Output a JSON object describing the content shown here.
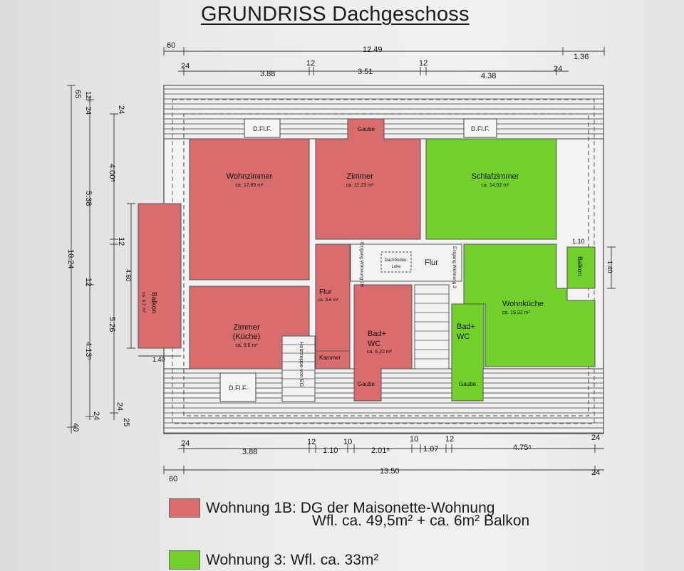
{
  "title": "GRUNDRISS Dachgeschoss",
  "colors": {
    "wohnung_1b": "#d96c6c",
    "wohnung_3": "#71d12a",
    "wall": "#4a4a4a"
  },
  "rooms": {
    "wohnzimmer": {
      "name": "Wohnzimmer",
      "area": "ca. 17,85 m²"
    },
    "zimmer": {
      "name": "Zimmer",
      "area": "ca. 11,23 m²"
    },
    "schlafzimmer": {
      "name": "Schlafzimmer",
      "area": "ca. 14,02 m²"
    },
    "balkon_left": {
      "name": "Balkon",
      "area": "ca. 6,2 m²"
    },
    "flur_small": {
      "name": "Flur",
      "area": "ca. 4,6 m²"
    },
    "zimmer_kueche": {
      "name_1": "Zimmer",
      "name_2": "(Küche)",
      "area": "ca. 9,6 m²"
    },
    "bad_left": {
      "name_1": "Bad+",
      "name_2": "WC",
      "area": "ca. 6,22 m²"
    },
    "wohnkueche": {
      "name": "Wohnküche",
      "area": "ca. 19,32 m²"
    },
    "bad_right": {
      "name_1": "Bad+",
      "name_2": "WC"
    },
    "balkon_right": {
      "name": "Balkon"
    },
    "flur_center": {
      "name": "Flur"
    },
    "kammer": {
      "name": "Kammer"
    }
  },
  "labels": {
    "dflf": "D.Fl.F.",
    "gaube": "Gaube",
    "dachboden_1": "Dachboden-",
    "dachboden_2": "Luke",
    "eingang_1b": "Eingang Wohnung 1B",
    "eingang_3": "Eingang Wohnung 3",
    "holztreppe": "Holztreppe von EG"
  },
  "dimensions": {
    "top_row1": [
      "60",
      "12.49",
      "1.36"
    ],
    "top_row2": [
      "24",
      "3.88",
      "12",
      "3.51",
      "12",
      "4.38",
      "24"
    ],
    "bottom_row1": [
      "24",
      "3.88",
      "12",
      "1.10",
      "10",
      "2.01⁵",
      "10",
      "1.07",
      "12",
      "4.75⁵",
      "24"
    ],
    "bottom_row2": [
      "13.50",
      "60",
      "24"
    ],
    "left_col_outer": [
      "65",
      "10.24",
      "40"
    ],
    "left_col_mid": [
      "12⁵",
      "24",
      "5.38",
      "12",
      "4.13⁵",
      "24"
    ],
    "left_col_inner": [
      "24",
      "4.00⁵",
      "12",
      "5.26",
      "24",
      "25"
    ],
    "balcony_left": [
      "4.60",
      "1.40"
    ],
    "balcony_right": [
      "1.10",
      "1.40"
    ]
  },
  "legend": [
    {
      "label": "Wohnung 1B: DG der Maisonette-Wohnung",
      "sub": "Wfl. ca. 49,5m² + ca. 6m² Balkon"
    },
    {
      "label": "Wohnung 3:   Wfl. ca. 33m²"
    }
  ]
}
